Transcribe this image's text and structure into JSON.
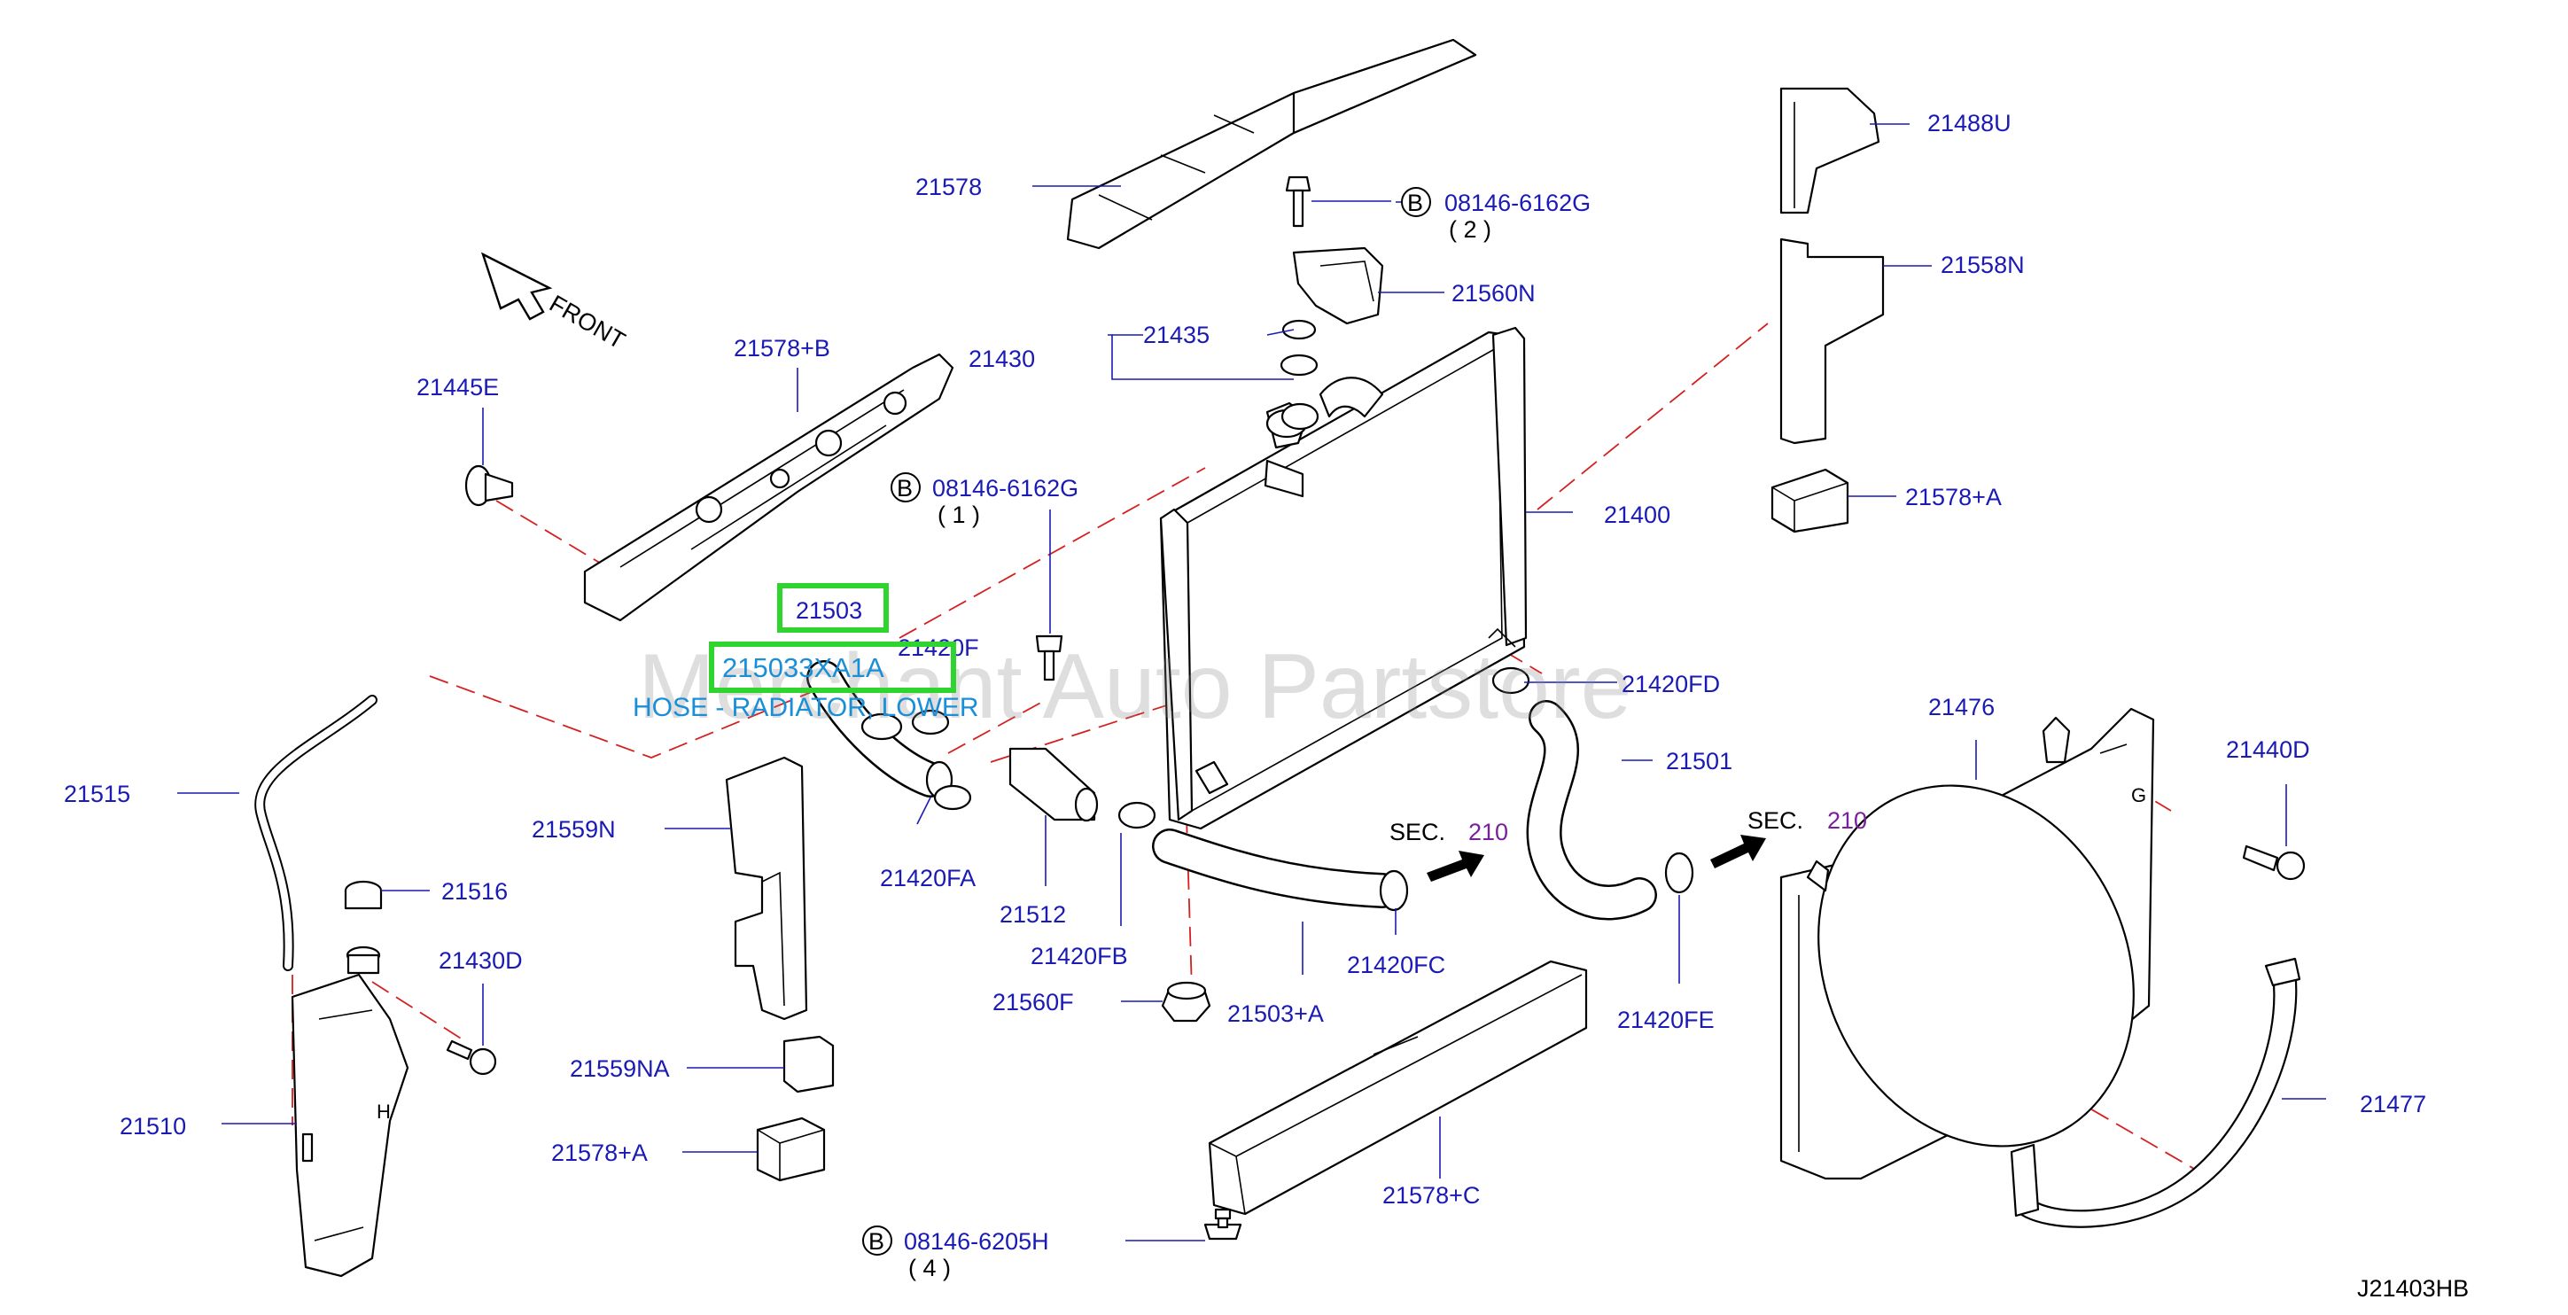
{
  "diagram": {
    "code": "J21403HB",
    "watermark": "Merchant Auto Partstore",
    "front_label": "FRONT",
    "highlight": {
      "part_number": "21503",
      "oem_number": "215033XA1A",
      "description": "HOSE - RADIATOR, LOWER"
    },
    "section_refs": [
      {
        "prefix": "SEC.",
        "number": "210"
      },
      {
        "prefix": "SEC.",
        "number": "210"
      }
    ],
    "bolt_refs": [
      {
        "circle": "B",
        "number": "08146-6162G",
        "qty": "( 2 )"
      },
      {
        "circle": "B",
        "number": "08146-6162G",
        "qty": "( 1 )"
      },
      {
        "circle": "B",
        "number": "08146-6205H",
        "qty": "( 4 )"
      }
    ],
    "labels": {
      "p21578": "21578",
      "p21488U": "21488U",
      "p21560N": "21560N",
      "p21558N": "21558N",
      "p21578B": "21578+B",
      "p21445E": "21445E",
      "p21430": "21430",
      "p21435": "21435",
      "p21400": "21400",
      "p21578A_r": "21578+A",
      "p21420F": "21420F",
      "p21420FD": "21420FD",
      "p21476": "21476",
      "p21440D": "21440D",
      "p21501": "21501",
      "p21515": "21515",
      "p21559N": "21559N",
      "p21420FA": "21420FA",
      "p21512": "21512",
      "p21516": "21516",
      "p21430D": "21430D",
      "p21420FB": "21420FB",
      "p21420FC": "21420FC",
      "p21420FE": "21420FE",
      "p21560F": "21560F",
      "p21503A": "21503+A",
      "p21559NA": "21559NA",
      "p21477": "21477",
      "p21510": "21510",
      "p21578A_l": "21578+A",
      "p21578C": "21578+C"
    }
  }
}
